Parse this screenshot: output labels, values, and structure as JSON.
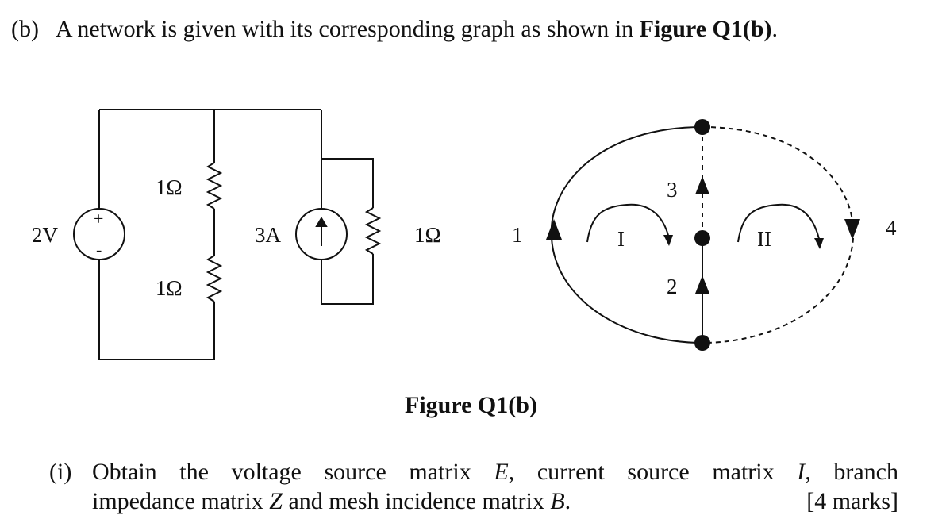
{
  "question": {
    "label": "(b)",
    "text": "A network is given with its corresponding graph as shown in",
    "figure_ref": "Figure Q1(b)",
    "end": "."
  },
  "circuit": {
    "voltage_source": "2V",
    "plus": "+",
    "minus": "-",
    "resistor_top": "1Ω",
    "resistor_bottom": "1Ω",
    "current_source": "3A",
    "resistor_right": "1Ω"
  },
  "graph": {
    "branch_1": "1",
    "branch_2": "2",
    "branch_3": "3",
    "branch_4": "4",
    "mesh_1": "I",
    "mesh_2": "II"
  },
  "caption": "Figure Q1(b)",
  "subquestion_i": {
    "numeral": "(i)",
    "line1_words": [
      "Obtain",
      "the",
      "voltage",
      "source",
      "matrix",
      "E,",
      "current",
      "source",
      "matrix",
      "I,",
      "branch"
    ],
    "line2_text": "impedance matrix Z and mesh incidence matrix B.",
    "marks": "[4 marks]"
  }
}
